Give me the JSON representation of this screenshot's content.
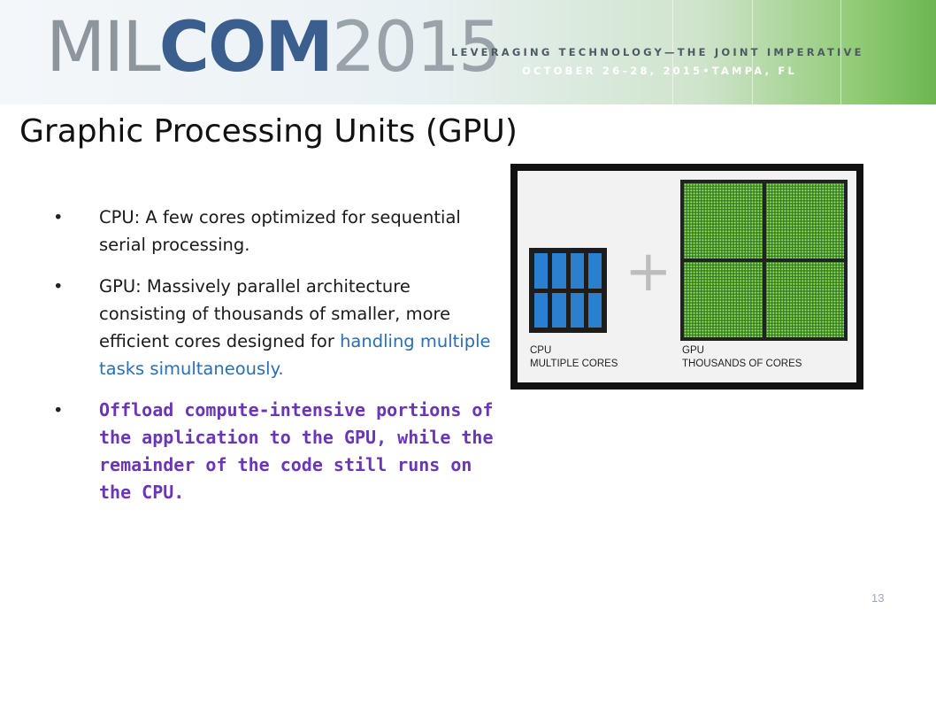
{
  "header": {
    "logo_mil": "MIL",
    "logo_com": "COM",
    "logo_year": "2015",
    "tagline": "LEVERAGING TECHNOLOGY—THE JOINT IMPERATIVE",
    "dateline": "OCTOBER 26–28, 2015•TAMPA, FL"
  },
  "slide": {
    "title": "Graphic Processing Units (GPU)",
    "bullets": [
      {
        "text": "CPU: A few cores optimized for sequential serial processing."
      },
      {
        "text": "GPU: Massively parallel architecture consisting of thousands of smaller, more efficient cores designed for",
        "highlight": "handling multiple tasks simultaneously."
      },
      {
        "text": "Offload compute-intensive portions of the application to the GPU, while the remainder of the code still runs on the CPU."
      }
    ],
    "page_number": "13"
  },
  "diagram": {
    "plus": "+",
    "cpu_label_1": "CPU",
    "cpu_label_2": "MULTIPLE CORES",
    "gpu_label_1": "GPU",
    "gpu_label_2": "THOUSANDS OF CORES"
  },
  "colors": {
    "cpu_core": "#2a7fcf",
    "gpu_core": "#3c7a26",
    "highlight_blue": "#2b6fb3",
    "highlight_purple": "#6a35b6"
  }
}
